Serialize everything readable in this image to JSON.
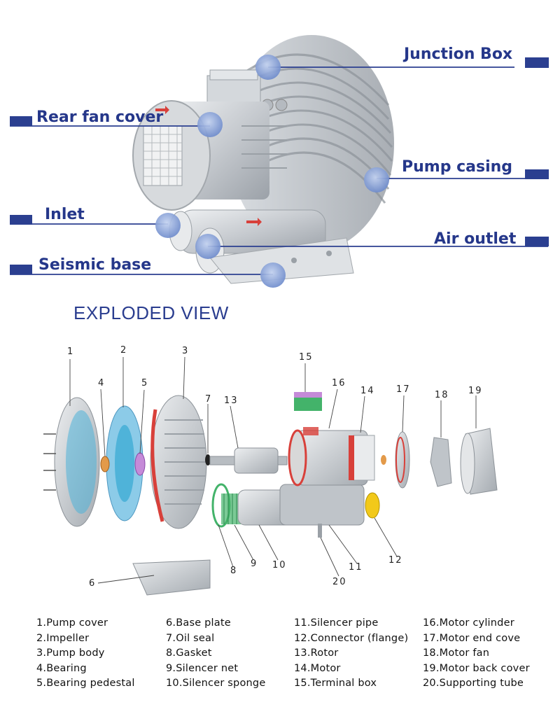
{
  "callouts": {
    "junction_box": "Junction Box",
    "rear_fan_cover": "Rear fan cover",
    "pump_casing": "Pump casing",
    "inlet": "Inlet",
    "air_outlet": "Air outlet",
    "seismic_base": "Seismic base"
  },
  "section_title": "EXPLODED VIEW",
  "part_numbers": [
    "1",
    "2",
    "3",
    "4",
    "5",
    "6",
    "7",
    "8",
    "9",
    "10",
    "11",
    "12",
    "13",
    "14",
    "15",
    "16",
    "17",
    "18",
    "19",
    "20"
  ],
  "legend": [
    [
      "1.Pump cover",
      "2.Impeller",
      "3.Pump body",
      "4.Bearing",
      "5.Bearing pedestal"
    ],
    [
      "6.Base plate",
      "7.Oil seal",
      "8.Gasket",
      "9.Silencer net",
      "10.Silencer sponge"
    ],
    [
      "11.Silencer pipe",
      "12.Connector (flange)",
      "13.Rotor",
      "14.Motor",
      "15.Terminal box"
    ],
    [
      "16.Motor cylinder",
      "17.Motor end cove",
      "18.Motor fan",
      "19.Motor back cover",
      "20.Supporting tube"
    ]
  ],
  "colors": {
    "label_blue": "#25378a",
    "line_blue": "#2b3f90",
    "marker_blue": "#8fa6d8",
    "metal": "#c9cdd2",
    "accent_red": "#d8403a",
    "accent_cyan": "#4fb3d9",
    "accent_green": "#43b36a",
    "accent_yellow": "#f2c91a"
  }
}
